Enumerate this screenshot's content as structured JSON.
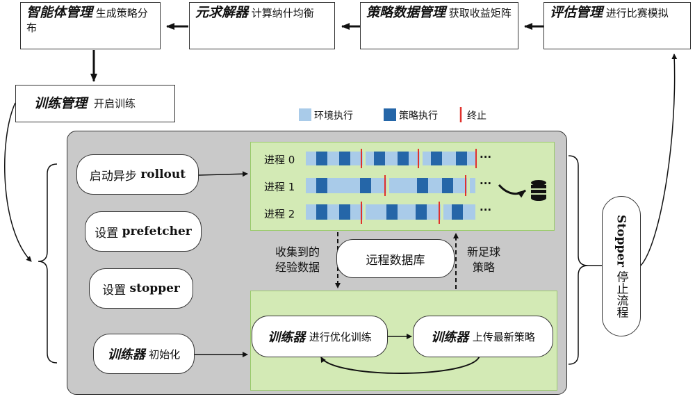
{
  "top_boxes": {
    "agent_mgmt": {
      "title": "智能体管理",
      "text": "生成策略分布"
    },
    "meta_solver": {
      "title": "元求解器",
      "text": "计算纳什均衡"
    },
    "policy_data": {
      "title": "策略数据管理",
      "text": "获取收益矩阵"
    },
    "eval_mgmt": {
      "title": "评估管理",
      "text": "进行比赛模拟"
    }
  },
  "train_mgmt": {
    "title": "训练管理",
    "text": "开启训练"
  },
  "legend": {
    "env": {
      "label": "环境执行",
      "color": "#a9cbe9"
    },
    "policy": {
      "label": "策略执行",
      "color": "#2566a8"
    },
    "stop": {
      "label": "终止",
      "color": "#e0312c"
    }
  },
  "left_steps": {
    "rollout": {
      "prefix": "启动异步",
      "keyword": "rollout"
    },
    "prefetcher": {
      "prefix": "设置",
      "keyword": "prefetcher"
    },
    "stopper": {
      "prefix": "设置",
      "keyword": "stopper"
    },
    "trainer_init": {
      "title": "训练器",
      "text": "初始化"
    }
  },
  "processes": [
    {
      "label": "进程 0",
      "ellipsis": "···"
    },
    {
      "label": "进程 1",
      "ellipsis": "···"
    },
    {
      "label": "进程 2",
      "ellipsis": "···"
    }
  ],
  "remote_db": {
    "label": "远程数据库"
  },
  "collected_label": {
    "line1": "收集到的",
    "line2": "经验数据"
  },
  "new_policy_label": {
    "line1": "新足球",
    "line2": "策略"
  },
  "trainer_optimize": {
    "title": "训练器",
    "text": "进行优化训练"
  },
  "trainer_upload": {
    "title": "训练器",
    "text": "上传最新策略"
  },
  "stopper_box": {
    "keyword": "Stopper",
    "text": "停止流程"
  },
  "colors": {
    "gray_panel": "#c8c8c8",
    "green_panel": "#d2eab4",
    "green_border": "#9acb6b"
  }
}
